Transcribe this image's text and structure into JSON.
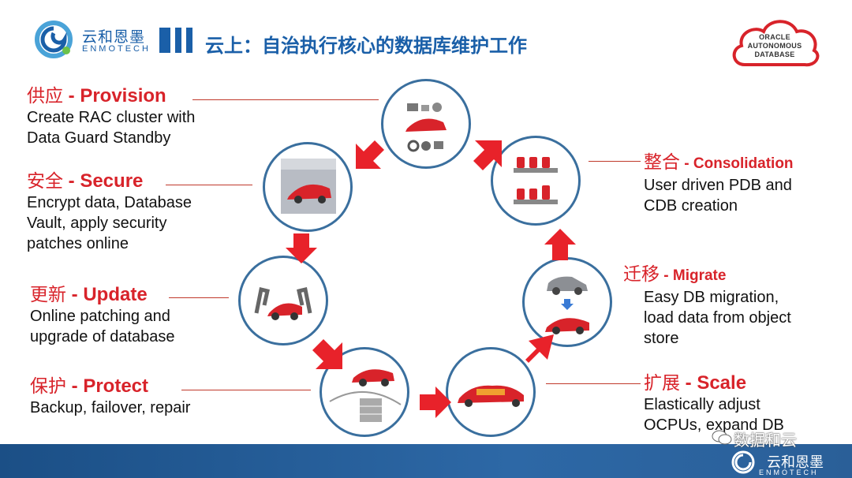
{
  "header": {
    "logo_cn": "云和恩墨",
    "logo_en": "ENMOTECH",
    "title": "云上：自治执行核心的数据库维护工作",
    "badge_lines": [
      "ORACLE",
      "AUTONOMOUS",
      "DATABASE"
    ]
  },
  "sections": {
    "provision": {
      "cn": "供应",
      "en": " - Provision",
      "desc": [
        "Create RAC cluster with",
        "Data Guard Standby"
      ]
    },
    "secure": {
      "cn": "安全",
      "en": " - Secure",
      "desc": [
        "Encrypt data, Database",
        "Vault, apply security",
        "patches online"
      ]
    },
    "update": {
      "cn": "更新",
      "en": " - Update",
      "desc": [
        "Online patching and",
        "upgrade of database"
      ]
    },
    "protect": {
      "cn": "保护",
      "en": " - Protect",
      "desc": [
        "Backup, failover, repair"
      ]
    },
    "consolidation": {
      "cn": "整合",
      "en": " - Consolidation",
      "desc": [
        "User driven PDB and",
        "CDB creation"
      ]
    },
    "migrate": {
      "cn": "迁移",
      "en": " - Migrate",
      "desc": [
        "Easy DB migration,",
        "load data from object",
        "store"
      ]
    },
    "scale": {
      "cn": "扩展",
      "en": " - Scale",
      "desc": [
        "Elastically adjust",
        "OCPUs, expand DB"
      ]
    }
  },
  "colors": {
    "accent_red": "#d8232a",
    "brand_blue": "#1a5fa8",
    "circle_border": "#3a6f9e"
  },
  "footer": {
    "logo_cn": "云和恩墨",
    "logo_en": "ENMOTECH",
    "watermark": "数据和云"
  }
}
